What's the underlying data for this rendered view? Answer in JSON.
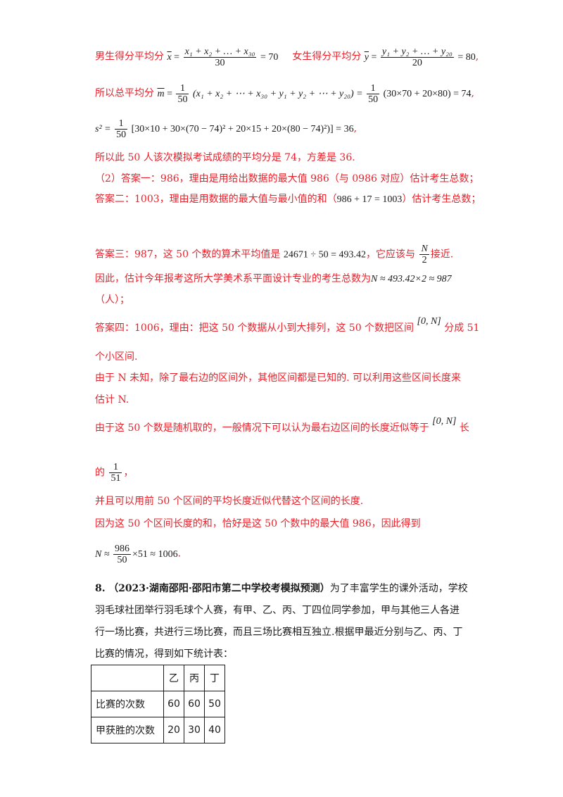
{
  "part1": {
    "male_avg_label": "男生得分平均分",
    "male_avg_formula": {
      "lhs": "x",
      "num": "x₁ + x₂ + … + x₃₀",
      "den": "30",
      "rhs": "= 70"
    },
    "female_avg_label": "女生得分平均分",
    "female_avg_formula": {
      "lhs": "y",
      "num": "y₁ + y₂ + … + y₂₀",
      "den": "20",
      "rhs": "= 80"
    },
    "total_avg_label": "所以总平均分",
    "total_avg_formula": {
      "lhs": "m",
      "frac1": {
        "num": "1",
        "den": "50"
      },
      "body1": "(x₁ + x₂ + ⋯ + x₃₀ + y₁ + y₂ + ⋯ + y₂₀) =",
      "frac2": {
        "num": "1",
        "den": "50"
      },
      "body2": "(30×70 + 20×80) = 74"
    },
    "variance_formula": {
      "lhs": "s² =",
      "frac": {
        "num": "1",
        "den": "50"
      },
      "body": "[30×10 + 30×(70 − 74)² + 20×15 + 20×(80 − 74)²)] = 36"
    },
    "conclusion": "所以此 50 人该次模拟考试成绩的平均分是 74，方差是 36."
  },
  "part2": {
    "ans1": "（2）答案一：986，理由是用给出数据的最大值 986（与 0986 对应）估计考生总数；",
    "ans2_prefix": "答案二：1003，理由是用数据的最大值与最小值的和（",
    "ans2_math": "986 + 17 = 1003",
    "ans2_suffix": "）估计考生总数；",
    "ans3_prefix": "答案三：987，这 50 个数的算术平均值是",
    "ans3_math": "24671 ÷ 50 = 493.42",
    "ans3_mid": "，它应该与",
    "ans3_frac": {
      "num": "N",
      "den": "2"
    },
    "ans3_suffix": "接近.",
    "ans3_cont_prefix": "因此，估计今年报考这所大学美术系平面设计专业的考生总数为",
    "ans3_cont_math": "N ≈ 493.42×2 ≈ 987",
    "ans3_cont_end": "（人）；",
    "ans4_prefix": "答案四：1006，理由：把这 50 个数据从小到大排列，这 50 个数把区间",
    "ans4_interval": "[0,  N]",
    "ans4_suffix": "分成 51",
    "ans4_line2": "个小区间.",
    "ans4_line3": "由于 N 未知，除了最右边的区间外，其他区间都是已知的. 可以利用这些区间长度来",
    "ans4_line4": "估计 N.",
    "ans4_line5_prefix": "由于这 50 个数是随机取的，一般情况下可以认为最右边区间的长度近似等于",
    "ans4_line5_interval": "[0,  N]",
    "ans4_line5_suffix": "长",
    "ans4_line6_prefix": "的",
    "ans4_line6_frac": {
      "num": "1",
      "den": "51"
    },
    "ans4_line6_suffix": "，",
    "ans4_line7": "并且可以用前 50 个区间的平均长度近似代替这个区间的长度.",
    "ans4_line8": "因为这 50 个区间长度的和，恰好是这 50 个数中的最大值 986，因此得到",
    "ans4_final": {
      "lhs": "N ≈",
      "num": "986",
      "den": "50",
      "rhs": "×51 ≈ 1006",
      "end": "."
    }
  },
  "problem8": {
    "number": "8.",
    "source": "（2023·湖南邵阳·邵阳市第二中学校考模拟预测）",
    "line1_text": "为了丰富学生的课外活动，学校",
    "line2": "羽毛球社团举行羽毛球个人赛，有甲、乙、丙、丁四位同学参加，甲与其他三人各进",
    "line3": "行一场比赛，共进行三场比赛，而且三场比赛相互独立.根据甲最近分别与乙、丙、丁",
    "line4": "比赛的情况，得到如下统计表："
  },
  "table": {
    "columns": [
      "",
      "乙",
      "丙",
      "丁"
    ],
    "rows": [
      {
        "label": "比赛的次数",
        "values": [
          "60",
          "60",
          "50"
        ]
      },
      {
        "label": "甲获胜的次数",
        "values": [
          "20",
          "30",
          "40"
        ]
      }
    ]
  }
}
